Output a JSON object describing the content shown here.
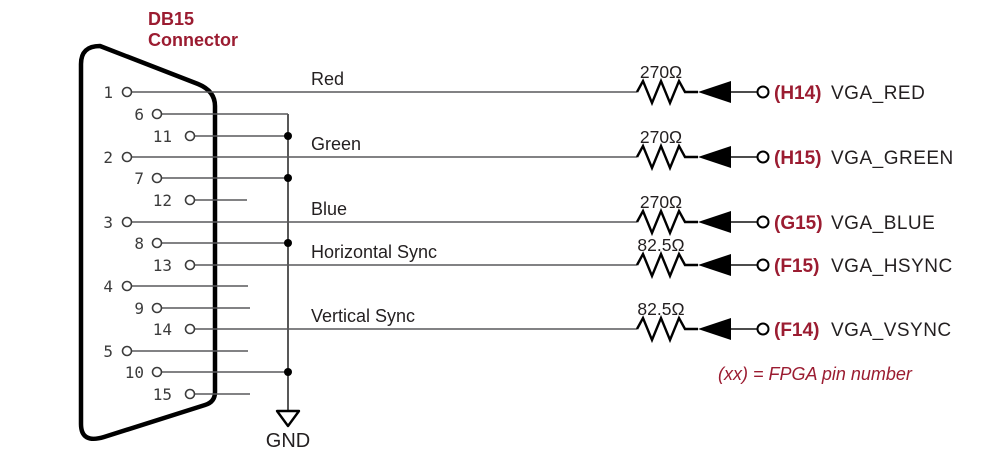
{
  "title": {
    "line1": "DB15",
    "line2": "Connector"
  },
  "connector": {
    "pin_numbers": [
      "1",
      "6",
      "11",
      "2",
      "7",
      "12",
      "3",
      "8",
      "13",
      "4",
      "9",
      "14",
      "5",
      "10",
      "15"
    ]
  },
  "signals": [
    {
      "label": "Red",
      "resistor": "270Ω",
      "fpga_pin": "(H14)",
      "net": "VGA_RED"
    },
    {
      "label": "Green",
      "resistor": "270Ω",
      "fpga_pin": "(H15)",
      "net": "VGA_GREEN"
    },
    {
      "label": "Blue",
      "resistor": "270Ω",
      "fpga_pin": "(G15)",
      "net": "VGA_BLUE"
    },
    {
      "label": "Horizontal Sync",
      "resistor": "82.5Ω",
      "fpga_pin": "(F15)",
      "net": "VGA_HSYNC"
    },
    {
      "label": "Vertical Sync",
      "resistor": "82.5Ω",
      "fpga_pin": "(F14)",
      "net": "VGA_VSYNC"
    }
  ],
  "ground": {
    "label": "GND"
  },
  "note": "(xx) = FPGA pin number",
  "colors": {
    "accent": "#9b1c31",
    "ink": "#231f20",
    "wire_gray": "#58595b"
  }
}
